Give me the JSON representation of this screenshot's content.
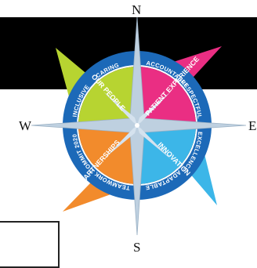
{
  "compass": {
    "north": "N",
    "south": "S",
    "west": "W",
    "east": "E"
  },
  "values": {
    "top_left": "CARING",
    "top_right": "ACCOUNTABLE",
    "right_upper": "RESPECTFUL",
    "right_lower": "EXCELLENCE",
    "bottom_right": "ADAPTABLE",
    "bottom_left": "TEAMWORK",
    "left_lower": "COMMIT 2020",
    "left_upper": "INCLUSIVE"
  },
  "pillars": {
    "our_people": "OUR PEOPLE",
    "patient_experience": "PATIENT EXPERIENCE",
    "partnerships": "PARTNERSHIPS",
    "innovation": "INNOVATION"
  },
  "colors": {
    "ring_blue": "#1c69b8",
    "our_people": "#b7d431",
    "patient_experience": "#ea2e83",
    "partnerships": "#f28b2c",
    "innovation": "#3cb6e8",
    "compass_star": "#bed0e0",
    "band": "#000000"
  }
}
